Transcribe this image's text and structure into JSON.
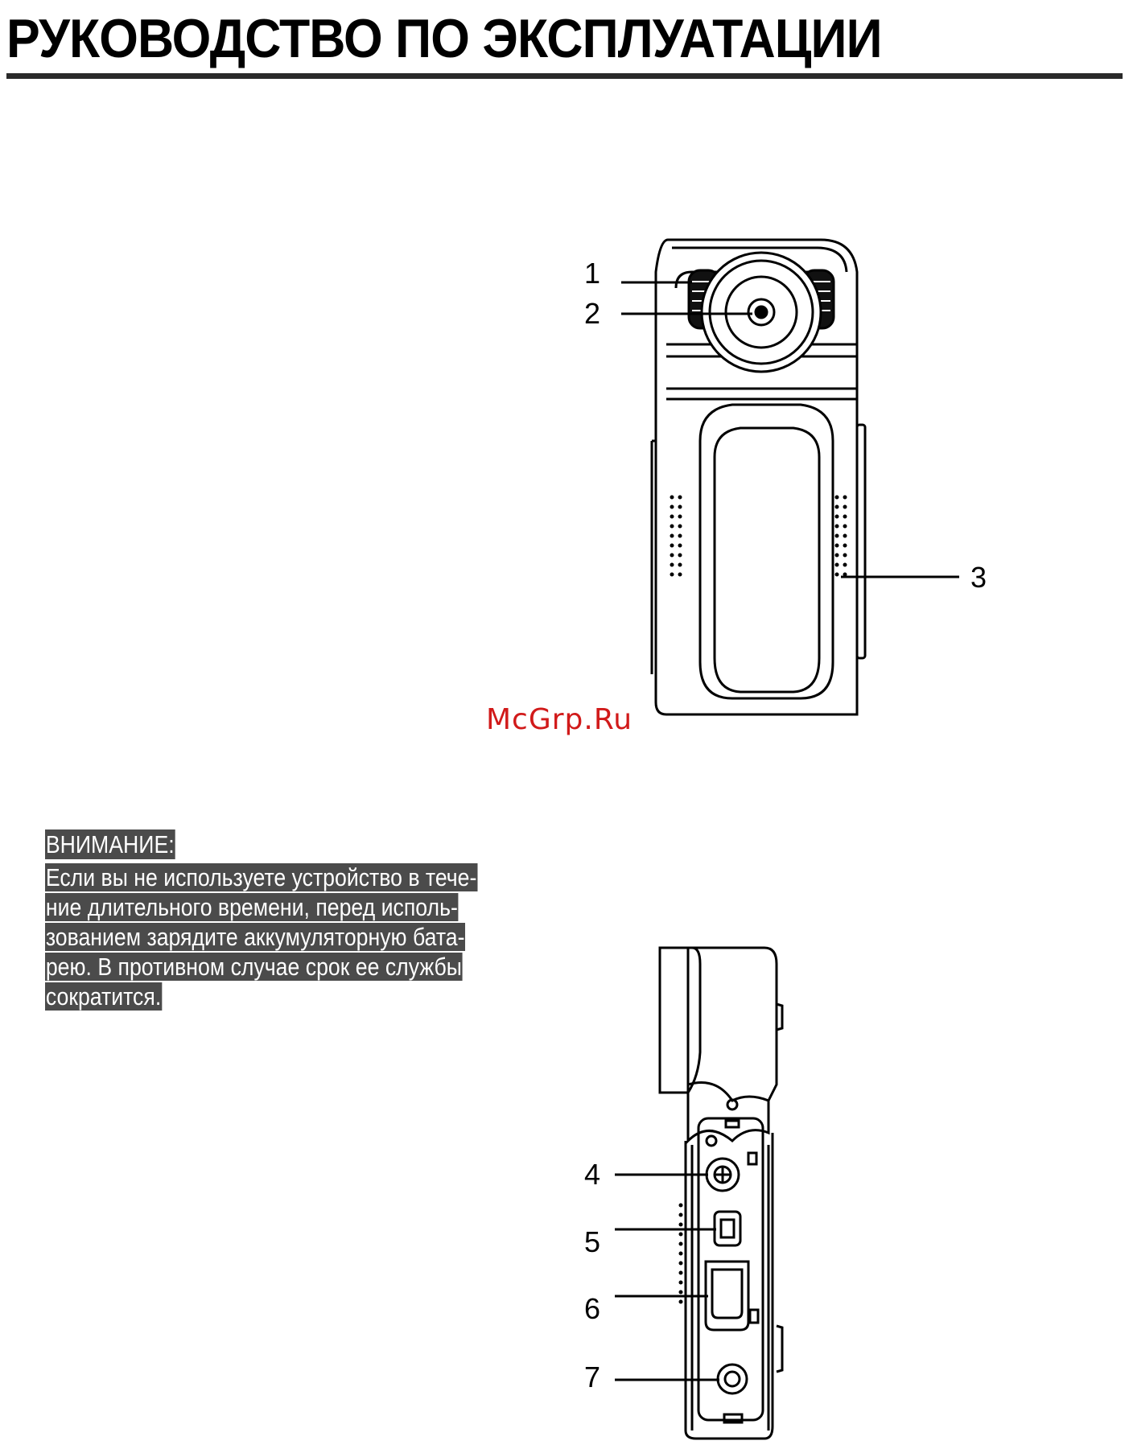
{
  "header": {
    "title": "РУКОВОДСТВО ПО ЭКСПЛУАТАЦИИ"
  },
  "watermark": {
    "text": "McGrp.Ru"
  },
  "notice": {
    "heading": "ВНИМАНИЕ:",
    "lines": [
      "Если вы не используете устройство в тече-",
      "ние длительного времени, перед исполь-",
      "зованием зарядите аккумуляторную бата-",
      "рею. В противном случае срок ее службы",
      "сократится."
    ]
  },
  "figure_front": {
    "callouts": [
      "1",
      "2",
      "3"
    ]
  },
  "figure_side": {
    "callouts": [
      "4",
      "5",
      "6",
      "7"
    ]
  }
}
